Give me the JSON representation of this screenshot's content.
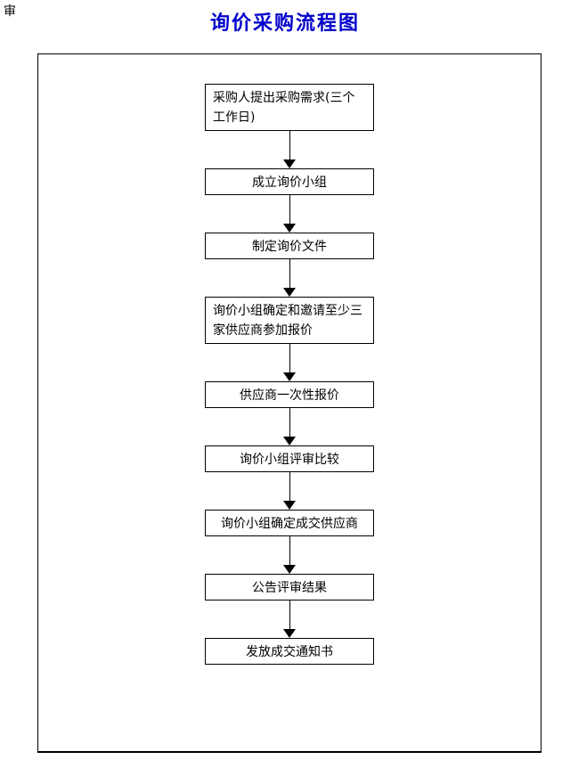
{
  "page": {
    "corner_mark": "审",
    "title": "询价采购流程图"
  },
  "flowchart": {
    "steps": [
      {
        "label": "采购人提出采购需求(三个\n工作日)",
        "multiline": true
      },
      {
        "label": "成立询价小组",
        "multiline": false
      },
      {
        "label": "制定询价文件",
        "multiline": false
      },
      {
        "label": "询价小组确定和邀请至少三\n家供应商参加报价",
        "multiline": true
      },
      {
        "label": "供应商一次性报价",
        "multiline": false
      },
      {
        "label": "询价小组评审比较",
        "multiline": false
      },
      {
        "label": "询价小组确定成交供应商",
        "multiline": false
      },
      {
        "label": "公告评审结果",
        "multiline": false
      },
      {
        "label": "发放成交通知书",
        "multiline": false
      }
    ]
  },
  "colors": {
    "title": "#0000CC",
    "line": "#000000",
    "background": "#FFFFFF"
  }
}
